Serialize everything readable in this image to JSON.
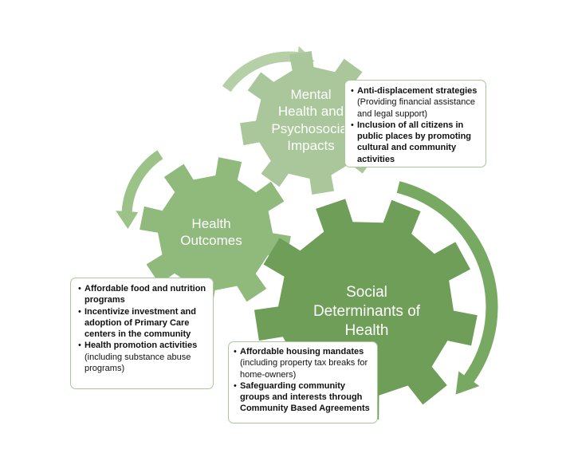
{
  "colors": {
    "gear_light": "#a9c79a",
    "gear_mid": "#8fba7c",
    "gear_dark": "#6e9e58",
    "arrow_light": "#b5d0a6",
    "arrow_mid": "#9cc387",
    "arrow_dark": "#78a962",
    "note_border": "#a9c79a"
  },
  "gears": {
    "mental": {
      "lines": [
        "Mental",
        "Health and",
        "Psychosocial",
        "Impacts"
      ]
    },
    "health": {
      "lines": [
        "Health",
        "Outcomes"
      ]
    },
    "social": {
      "lines": [
        "Social",
        "Determinants of",
        "Health"
      ]
    }
  },
  "notes": {
    "mental": {
      "items": [
        {
          "bold": "Anti-displacement strategies",
          "normal": "(Providing financial assistance and legal support)"
        },
        {
          "bold": "Inclusion of all citizens in public places by promoting cultural and community activities",
          "normal": ""
        }
      ]
    },
    "health": {
      "items": [
        {
          "bold": "Affordable food and nutrition programs",
          "normal": ""
        },
        {
          "bold": "Incentivize investment  and adoption of Primary Care centers in the community",
          "normal": ""
        },
        {
          "bold": "Health promotion activities",
          "normal": "(including substance abuse programs)"
        }
      ]
    },
    "social": {
      "items": [
        {
          "bold": "Affordable housing mandates",
          "normal": "(including property tax breaks for home-owners)"
        },
        {
          "bold": "Safeguarding community groups and interests through Community Based Agreements",
          "normal": ""
        }
      ]
    }
  }
}
